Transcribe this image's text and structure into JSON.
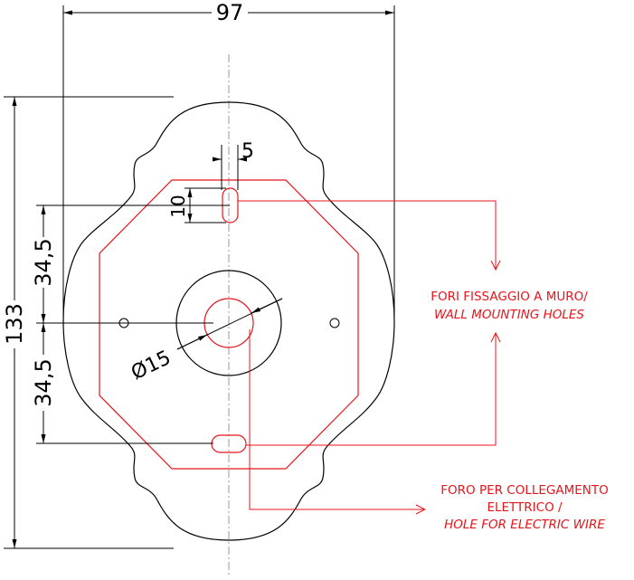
{
  "colors": {
    "line": "#000000",
    "highlight": "#e8141b",
    "centerline": "#9a9a9a",
    "background": "#ffffff"
  },
  "dimensions": {
    "overall_width": "97",
    "overall_height": "133",
    "upper_offset": "34,5",
    "lower_offset": "34,5",
    "slot_width": "5",
    "slot_length": "10",
    "center_hole_diameter": "Ø15"
  },
  "notes": {
    "mounting_holes_it": "FORI FISSAGGIO A MURO/",
    "mounting_holes_en": "WALL MOUNTING HOLES",
    "wire_hole_it_line1": "FORO PER COLLEGAMENTO",
    "wire_hole_it_line2": "ELETTRICO /",
    "wire_hole_en": "HOLE FOR ELECTRIC WIRE"
  }
}
